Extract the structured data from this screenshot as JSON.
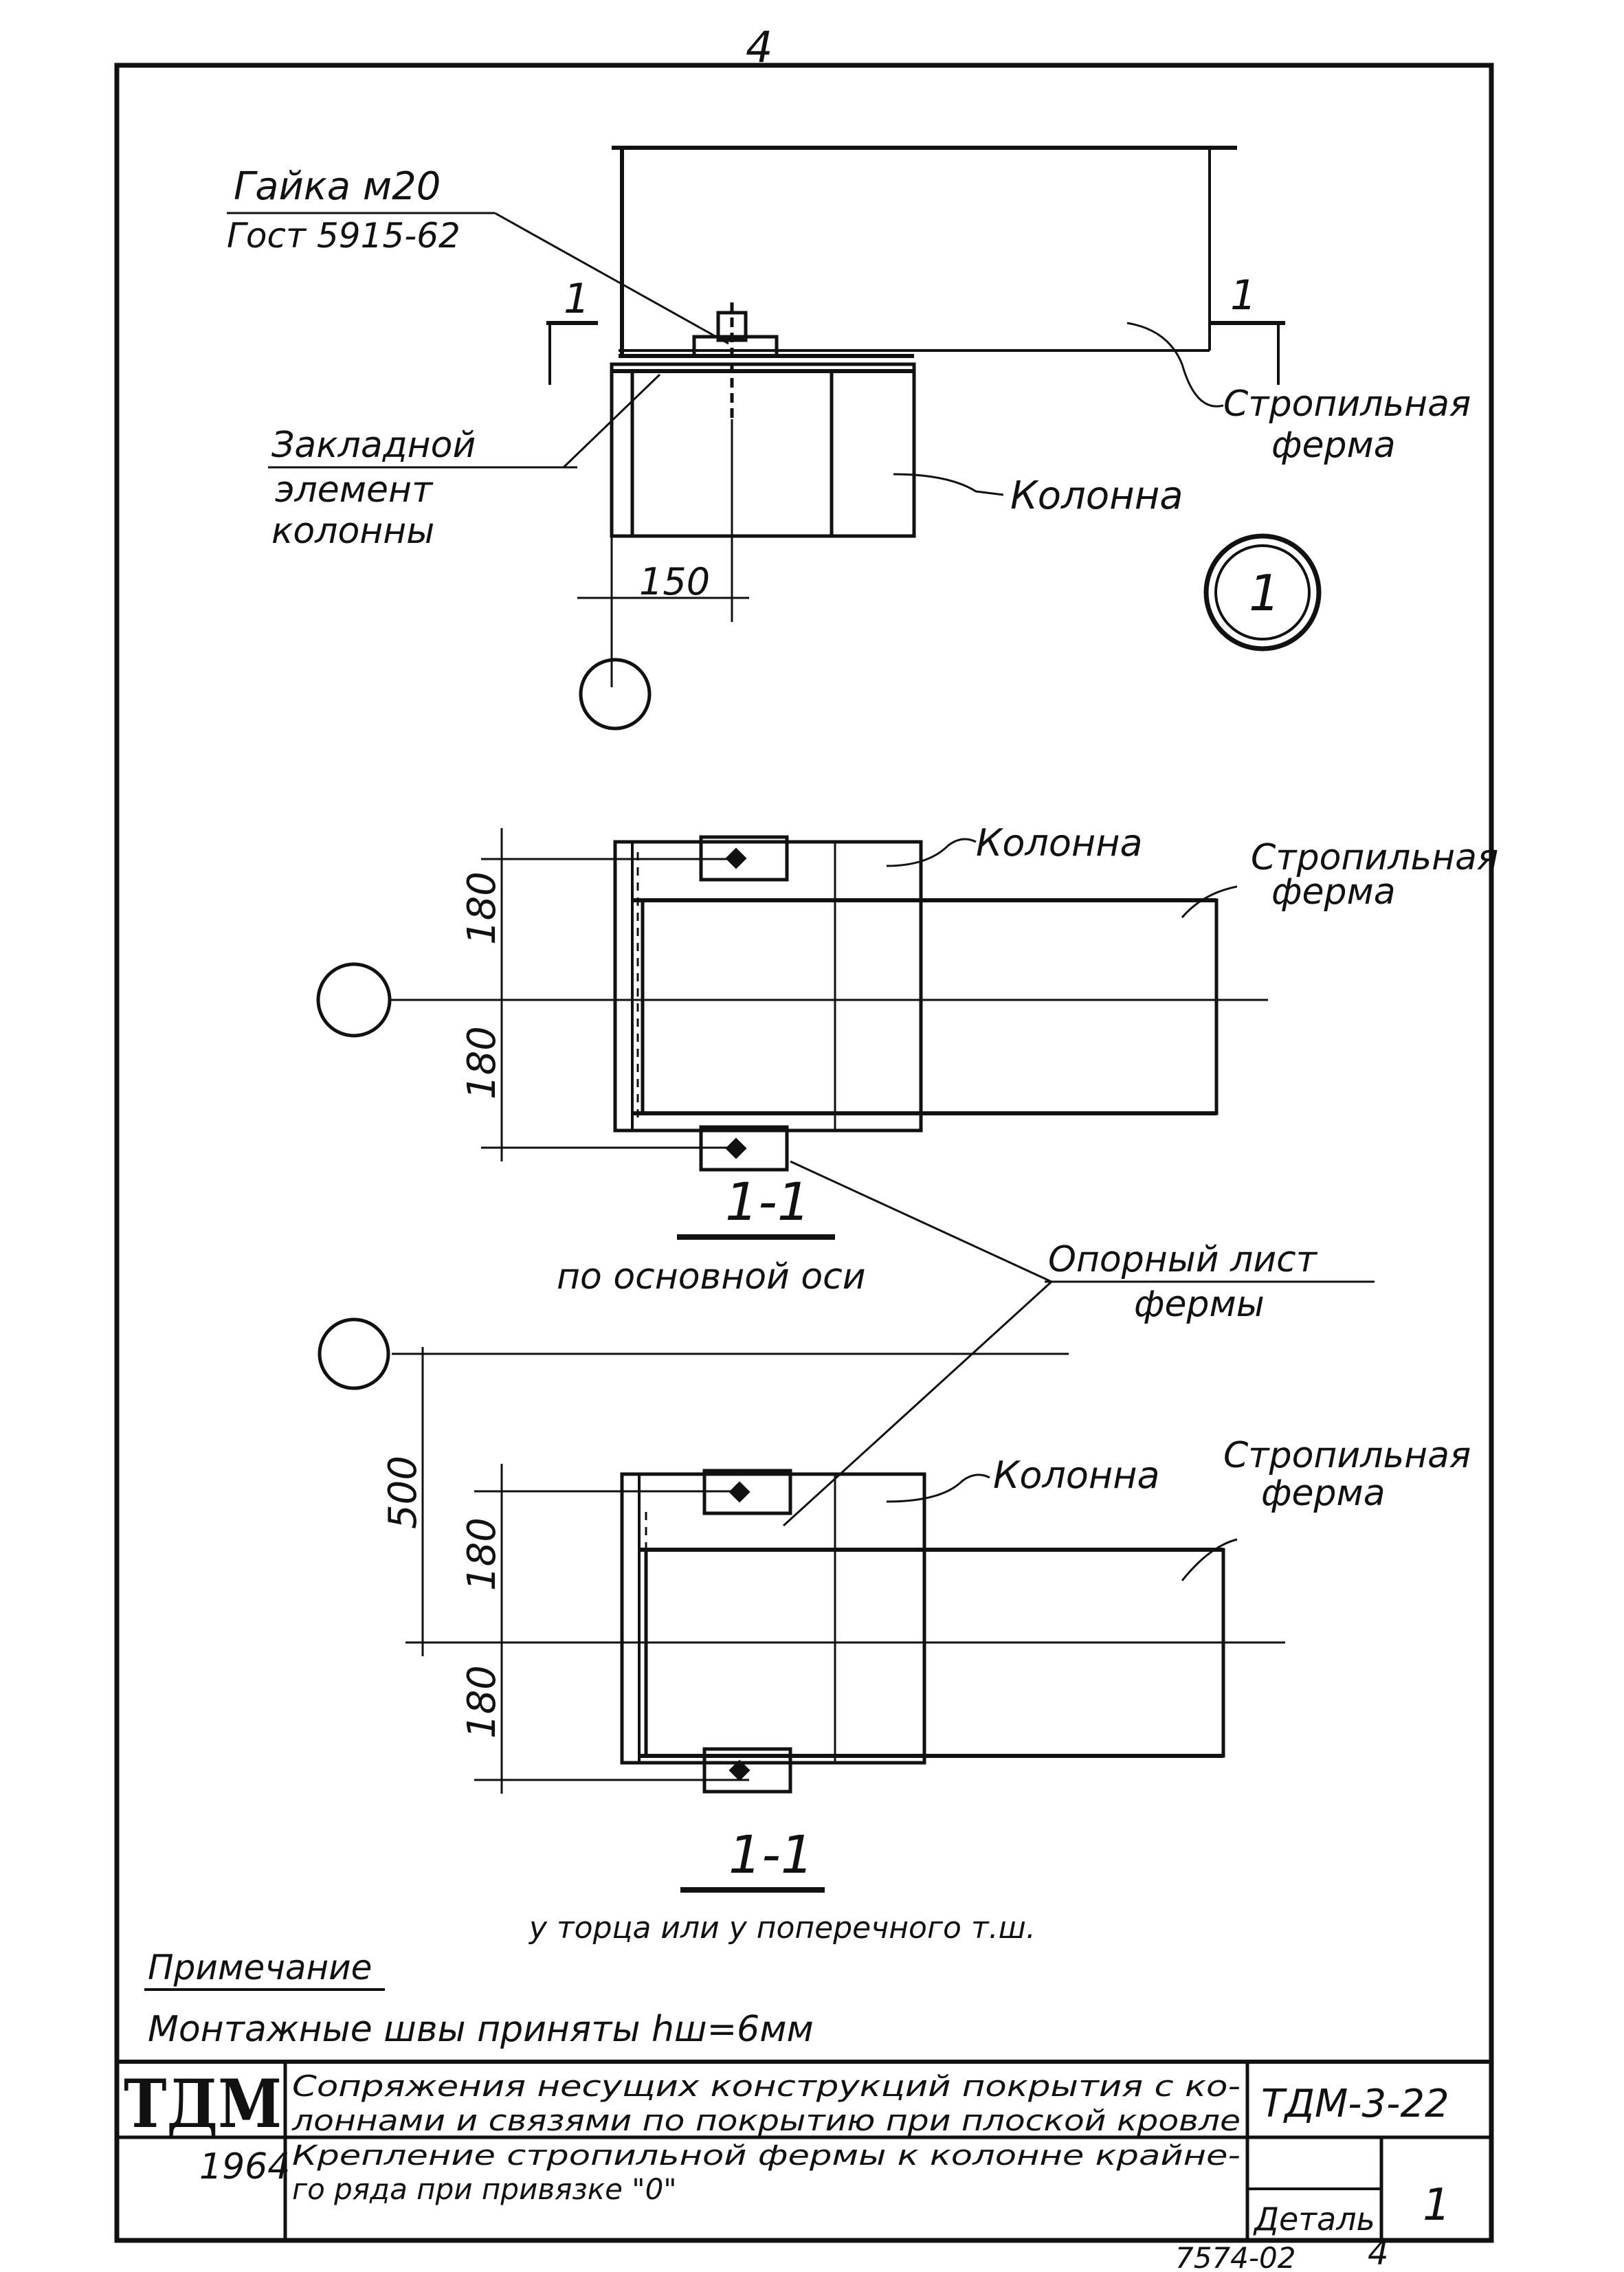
{
  "page_number": "4",
  "top_view": {
    "nut_label_line1": "Гайка м20",
    "nut_label_line2": "Гост 5915-62",
    "section_mark_left": "1",
    "section_mark_right": "1",
    "truss_label_line1": "Стропильная",
    "truss_label_line2": "ферма",
    "embedded_label_line1": "Закладной",
    "embedded_label_line2": "элемент",
    "embedded_label_line3": "колонны",
    "column_label": "Колонна",
    "dimension_150": "150",
    "detail_number": "1"
  },
  "section_main": {
    "column_label": "Колонна",
    "truss_label_line1": "Стропильная",
    "truss_label_line2": "ферма",
    "dim_upper": "180",
    "dim_lower": "180",
    "section_title": "1-1",
    "section_subtitle": "по основной оси"
  },
  "support_plate_label_line1": "Опорный лист",
  "support_plate_label_line2": "фермы",
  "section_end": {
    "column_label": "Колонна",
    "truss_label_line1": "Стропильная",
    "truss_label_line2": "ферма",
    "dim_500": "500",
    "dim_upper": "180",
    "dim_lower": "180",
    "section_title": "1-1",
    "section_subtitle": "у торца или у поперечного т.ш."
  },
  "note": {
    "heading": "Примечание",
    "text": "Монтажные швы приняты hш=6мм"
  },
  "title_block": {
    "logo": "ТДМ",
    "year": "1964",
    "title_line1": "Сопряжения несущих конструкций покрытия с ко-",
    "title_line2": "лоннами и связями по покрытию при плоской кровле",
    "subtitle_line1": "Крепление стропильной фермы к колонне крайне-",
    "subtitle_line2": "го ряда при привязке \"0\"",
    "code": "ТДМ-3-22",
    "detail_label": "Деталь",
    "detail_value": "1",
    "archive_number": "7574-02",
    "sheet_number": "4"
  }
}
